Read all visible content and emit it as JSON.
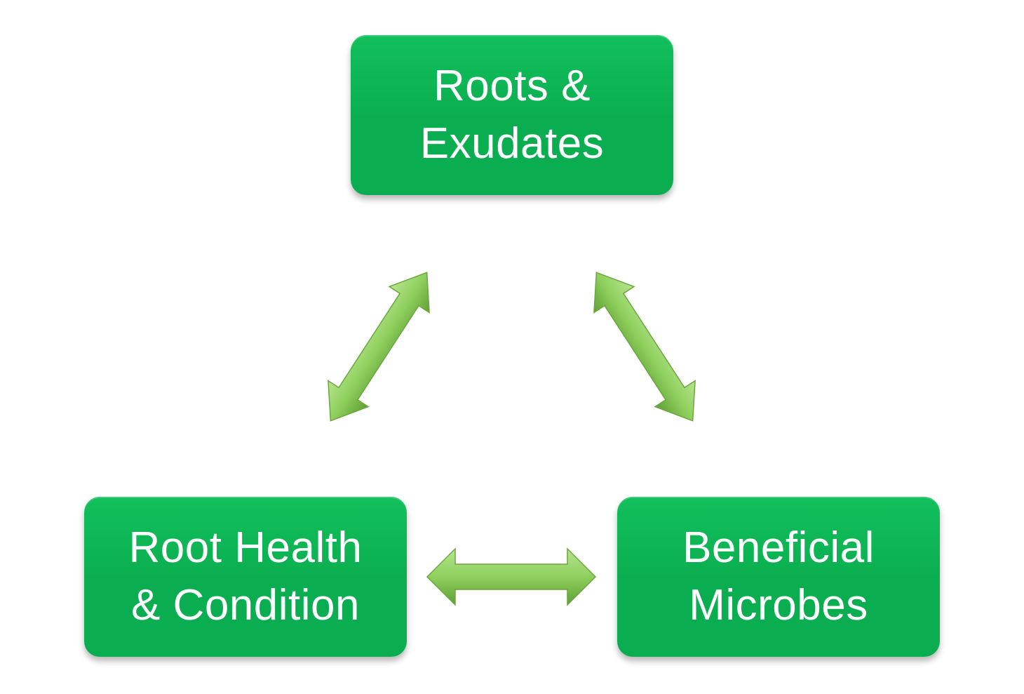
{
  "nodes": {
    "top": {
      "line1": "Roots &",
      "line2": "Exudates"
    },
    "left": {
      "line1": "Root Health",
      "line2": "& Condition"
    },
    "right": {
      "line1": "Beneficial",
      "line2": "Microbes"
    }
  },
  "colors": {
    "node_fill": "#0aad4f",
    "node_fill_light": "#12c05c",
    "node_text": "#ffffff",
    "arrow_fill_light": "#b7e58f",
    "arrow_fill_mid": "#8fd05e",
    "arrow_fill_dark": "#5f9f35"
  },
  "icons": {
    "connectors": "double-headed-arrow"
  }
}
